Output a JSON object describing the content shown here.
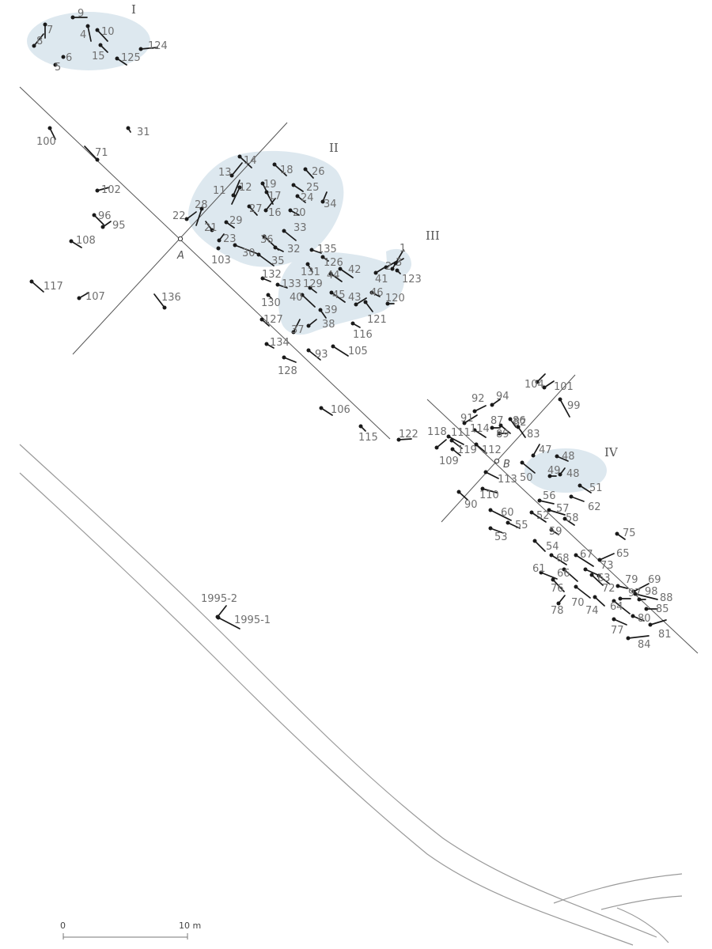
{
  "colors": {
    "zone_fill": "#dde8ef",
    "grave_stroke": "#1a1a1a",
    "label": "#6f6f6f",
    "axis_line": "#555555",
    "road": "#9a9a9a"
  },
  "groups": [
    "I",
    "II",
    "III",
    "IV"
  ],
  "reference_points": [
    "A",
    "B"
  ],
  "scale": {
    "start": "0",
    "end": "10 m"
  },
  "grave_labels": [
    "1",
    "2",
    "3",
    "4",
    "5",
    "6",
    "7",
    "8",
    "9",
    "10",
    "11",
    "12",
    "13",
    "14",
    "15",
    "16",
    "17",
    "18",
    "19",
    "20",
    "21",
    "22",
    "23",
    "24",
    "25",
    "26",
    "27",
    "28",
    "29",
    "30",
    "31",
    "32",
    "33",
    "34",
    "35",
    "36",
    "37",
    "38",
    "39",
    "40",
    "41",
    "42",
    "43",
    "44",
    "45",
    "46",
    "47",
    "48",
    "48",
    "49",
    "50",
    "51",
    "52",
    "53",
    "54",
    "55",
    "56",
    "57",
    "58",
    "59",
    "60",
    "61",
    "62",
    "63",
    "64",
    "65",
    "66",
    "67",
    "68",
    "69",
    "70",
    "71",
    "72",
    "73",
    "74",
    "75",
    "76",
    "77",
    "78",
    "79",
    "80",
    "81",
    "82",
    "83",
    "84",
    "85",
    "86",
    "87",
    "88",
    "89",
    "90",
    "91",
    "92",
    "93",
    "94",
    "95",
    "96",
    "97",
    "98",
    "99",
    "100",
    "101",
    "102",
    "103",
    "104",
    "105",
    "106",
    "107",
    "108",
    "109",
    "110",
    "111",
    "112",
    "113",
    "114",
    "115",
    "116",
    "117",
    "118",
    "119",
    "120",
    "121",
    "122",
    "123",
    "124",
    "125",
    "126",
    "127",
    "128",
    "129",
    "130",
    "131",
    "132",
    "133",
    "134",
    "135",
    "136",
    "1995-2",
    "1995-1"
  ]
}
